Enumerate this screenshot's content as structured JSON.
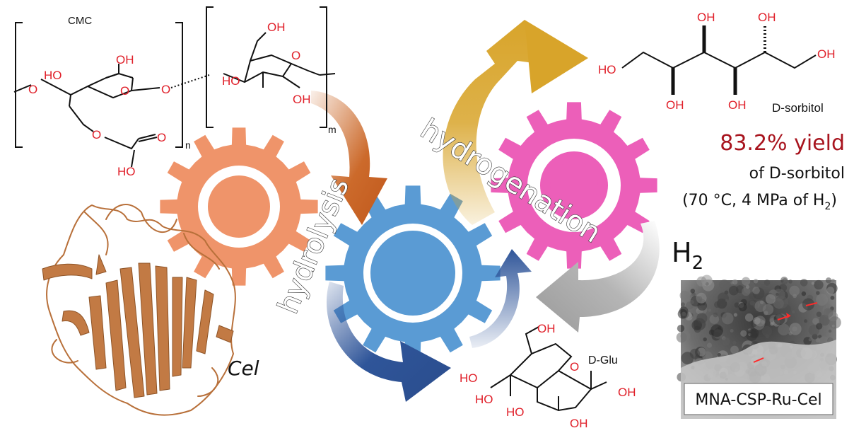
{
  "labels": {
    "cmc": "CMC",
    "n": "n",
    "m": "m",
    "hydrolysis": "hydrolysis",
    "hydrogenation": "hydrogenation",
    "sorbitol": "D-sorbitol",
    "glucose": "D-Glu",
    "enzyme": "Cel",
    "h2": "H",
    "h2_sub": "2",
    "yield": "83.2% yield",
    "yield_of": "of D-sorbitol",
    "conditions": "(70 °C, 4 MPa of H",
    "conditions_sub": "2",
    "conditions_end": ")",
    "catalyst": "MNA-CSP-Ru-Cel"
  },
  "chem": {
    "oh": "OH",
    "ho": "HO",
    "o": "O"
  },
  "colors": {
    "gear_orange": "#ef946a",
    "gear_blue": "#5a9bd4",
    "gear_pink": "#ec5fb9",
    "arrow_gold": "#d8a42a",
    "arrow_rust": "#cc6a2b",
    "arrow_navy": "#2f5599",
    "arrow_gray": "#a9a9a9",
    "atom_red": "#e0202a",
    "yield_red": "#a8141e",
    "protein": "#b8703a"
  }
}
